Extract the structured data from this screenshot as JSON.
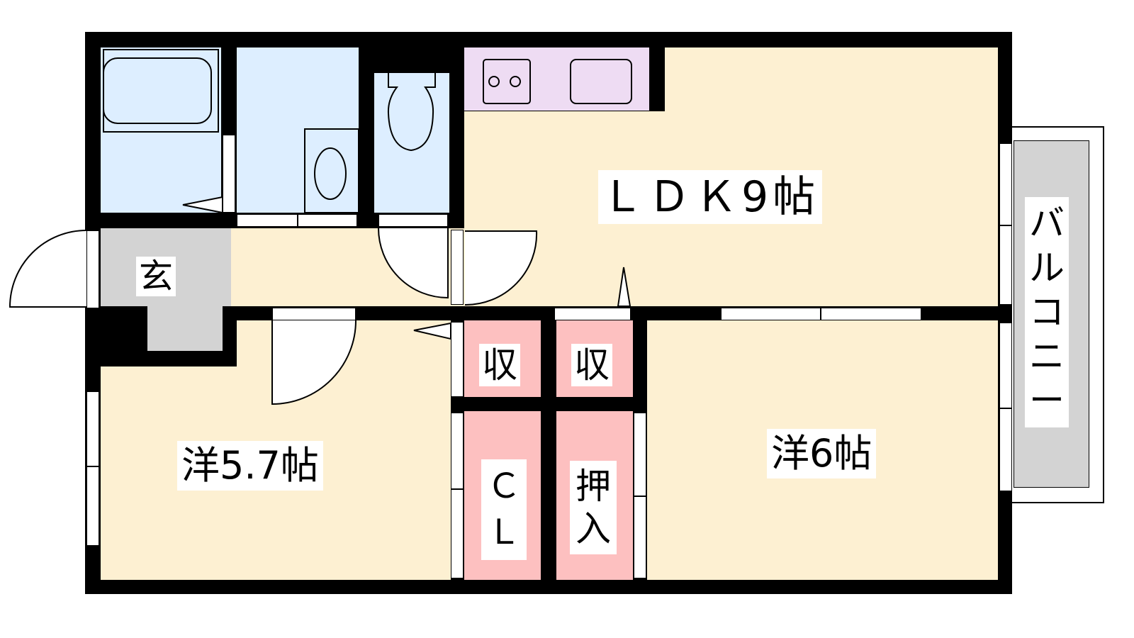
{
  "floorplan": {
    "rooms": {
      "ldk": {
        "label": "ＬＤＫ9帖"
      },
      "western_left": {
        "label": "洋5.7帖"
      },
      "western_right": {
        "label": "洋6帖"
      },
      "entrance": {
        "label": "玄"
      },
      "storage_1": {
        "label": "収"
      },
      "storage_2": {
        "label": "収"
      },
      "closet": {
        "label": "ＣＬ"
      },
      "oshiire": {
        "label": "押入"
      },
      "balcony": {
        "label": "バルコニー"
      }
    },
    "colors": {
      "living": "#fdf0d2",
      "wet": "#ddeeff",
      "storage": "#fdc0c0",
      "kitchen": "#eedcf3",
      "entrance": "#d3d3d3",
      "wall": "#000000"
    }
  }
}
